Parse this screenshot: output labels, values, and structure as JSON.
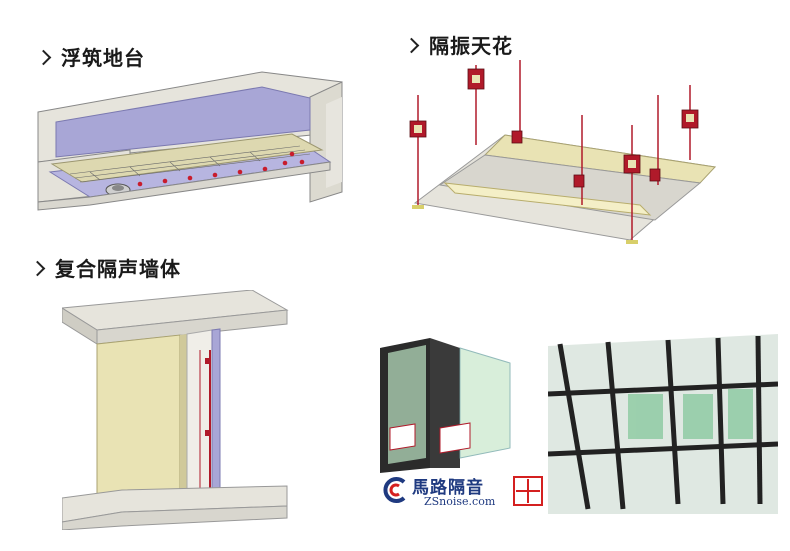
{
  "sections": {
    "floating_floor": {
      "title": "浮筑地台"
    },
    "isolated_ceiling": {
      "title": "隔振天花"
    },
    "composite_wall": {
      "title": "复合隔声墙体"
    }
  },
  "brand": {
    "name_cn": "馬路隔音",
    "domain": "ZSnoise.com",
    "badge_text": "馬路隔音",
    "colors": {
      "primary": "#1f3a80",
      "accent": "#d42020"
    }
  },
  "colors": {
    "concrete": "#e8e6df",
    "insulation": "#a8a6d6",
    "panel": "#e9e3b4",
    "hanger": "#b01a2a"
  }
}
